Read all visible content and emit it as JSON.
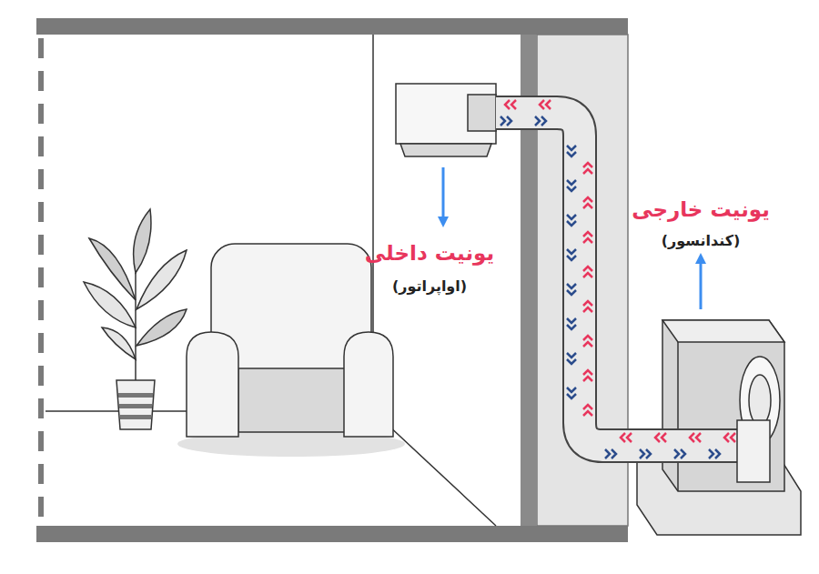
{
  "diagram": {
    "labels": [
      "یونیت داخلی",
      "(اواپراتور)",
      "یونیت خارجی",
      "(کندانسور)"
    ]
  }
}
